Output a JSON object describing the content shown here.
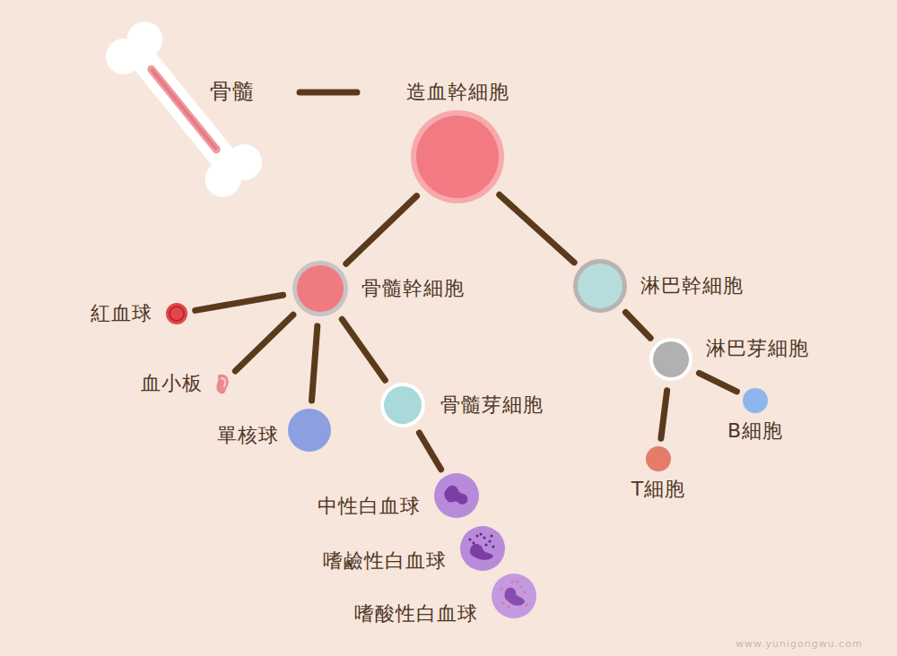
{
  "diagram": {
    "nodes": [
      {
        "text": [
          "造血幹細胞"
        ]
      },
      {
        "text": [
          "骨髓幹細胞"
        ]
      },
      {
        "text": [
          "淋巴幹細胞"
        ]
      },
      {
        "text": [
          "紅血球"
        ]
      },
      {
        "text": [
          "血小板"
        ]
      },
      {
        "text": [
          "單核球"
        ]
      },
      {
        "text": [
          "骨髓芽細胞"
        ]
      },
      {
        "text": [
          "中性白血球"
        ]
      },
      {
        "text": [
          "嗜鹼性白血球"
        ]
      },
      {
        "text": [
          "嗜酸性白血球"
        ]
      },
      {
        "text": [
          "淋巴芽細胞"
        ]
      },
      {
        "text": [
          "T細胞"
        ]
      },
      {
        "text": [
          "B細胞"
        ]
      }
    ],
    "edges": [
      {
        "from": 0,
        "to": 1,
        "arrow": "none"
      },
      {
        "from": 0,
        "to": 2,
        "arrow": "none"
      },
      {
        "from": 1,
        "to": 3,
        "arrow": "none"
      },
      {
        "from": 1,
        "to": 4,
        "arrow": "none"
      },
      {
        "from": 1,
        "to": 5,
        "arrow": "none"
      },
      {
        "from": 1,
        "to": 6,
        "arrow": "none"
      },
      {
        "from": 6,
        "to": 7,
        "arrow": "none"
      },
      {
        "from": 2,
        "to": 10,
        "arrow": "none"
      },
      {
        "from": 10,
        "to": 11,
        "arrow": "none"
      },
      {
        "from": 10,
        "to": 12,
        "arrow": "none"
      }
    ],
    "labels": [
      "骨髓",
      "www.yunigongwu.com"
    ]
  }
}
